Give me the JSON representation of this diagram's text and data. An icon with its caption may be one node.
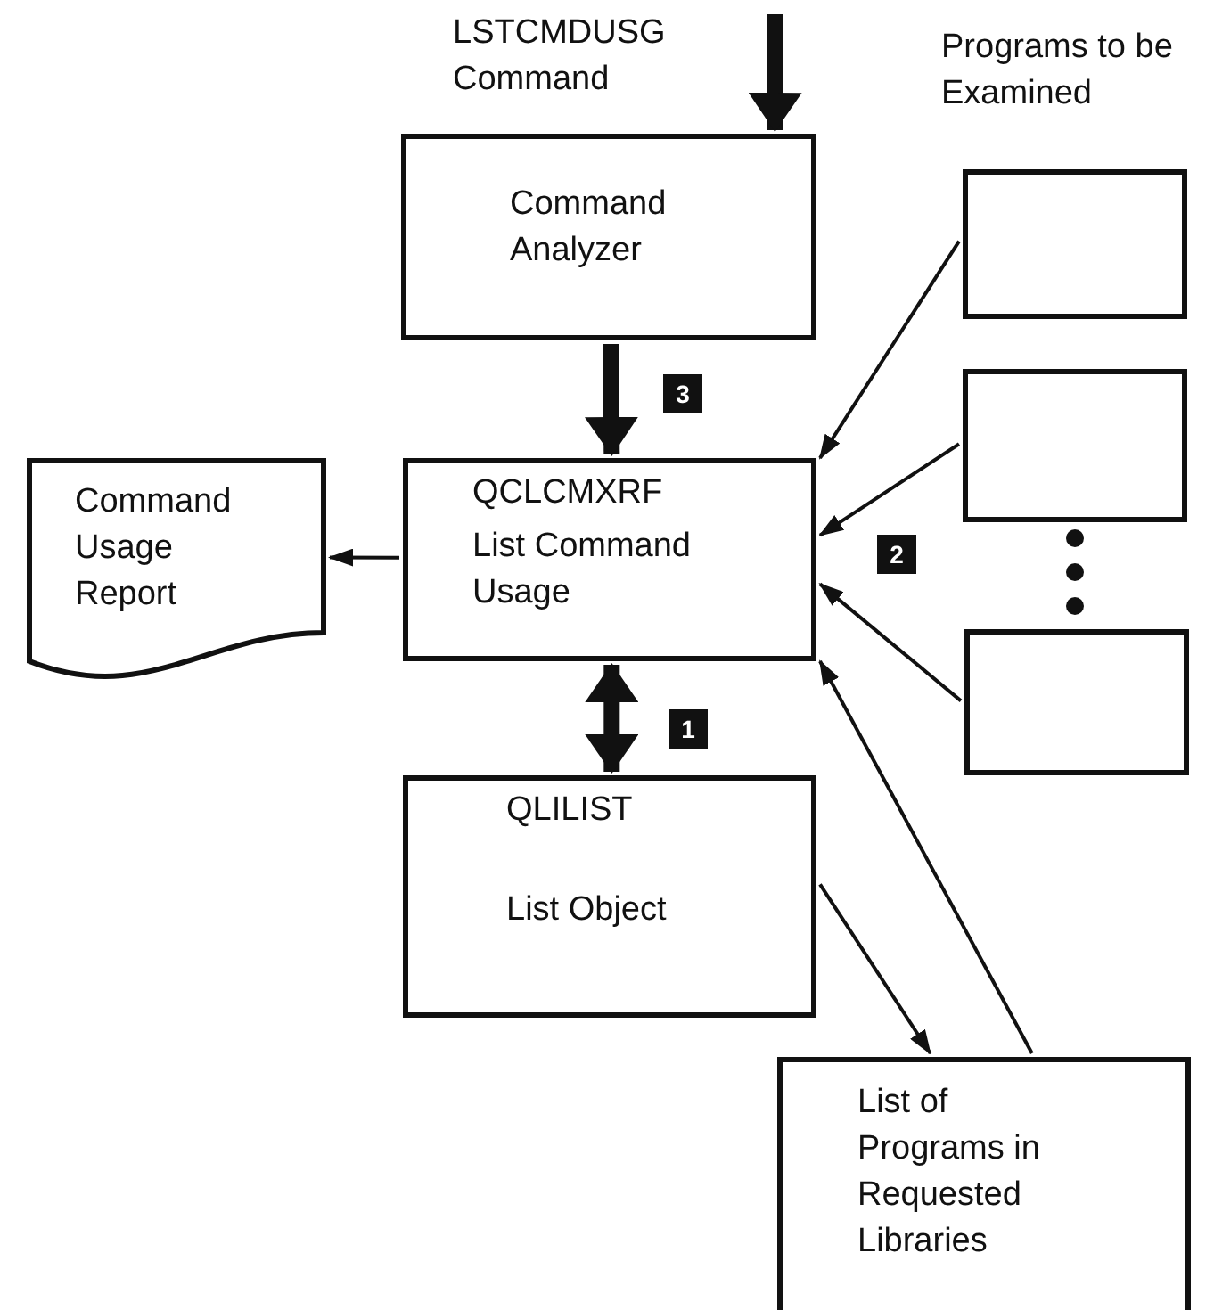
{
  "diagram": {
    "nodes": [
      {
        "text": [
          "Command Analyzer"
        ]
      },
      {
        "text": [
          "QCLCMXRF",
          "List Command Usage"
        ]
      },
      {
        "text": [
          "Command Usage Report"
        ]
      },
      {
        "text": [
          "QLILIST",
          "List Object"
        ]
      },
      {
        "text": [
          "List of Programs in Requested Libraries"
        ]
      },
      {
        "text": [],
        "shape": "box"
      },
      {
        "text": [],
        "shape": "box"
      },
      {
        "text": [],
        "shape": "box"
      }
    ],
    "edges": [
      {
        "from": null,
        "to": 0,
        "arrow": "to",
        "style": "thick"
      },
      {
        "from": 0,
        "to": 1,
        "arrow": "to",
        "style": "thick"
      },
      {
        "from": 1,
        "to": 2,
        "arrow": "to"
      },
      {
        "from": 1,
        "to": 3,
        "arrow": "both",
        "style": "thick"
      },
      {
        "from": 5,
        "to": 1,
        "arrow": "to"
      },
      {
        "from": 6,
        "to": 1,
        "arrow": "to"
      },
      {
        "from": 7,
        "to": 1,
        "arrow": "to"
      },
      {
        "from": 4,
        "to": 1,
        "arrow": "to"
      },
      {
        "from": 3,
        "to": 4,
        "arrow": "to"
      }
    ],
    "labels": [
      "LSTCMDUSG Command",
      "Programs to be Examined",
      "3",
      "2",
      "1"
    ]
  }
}
